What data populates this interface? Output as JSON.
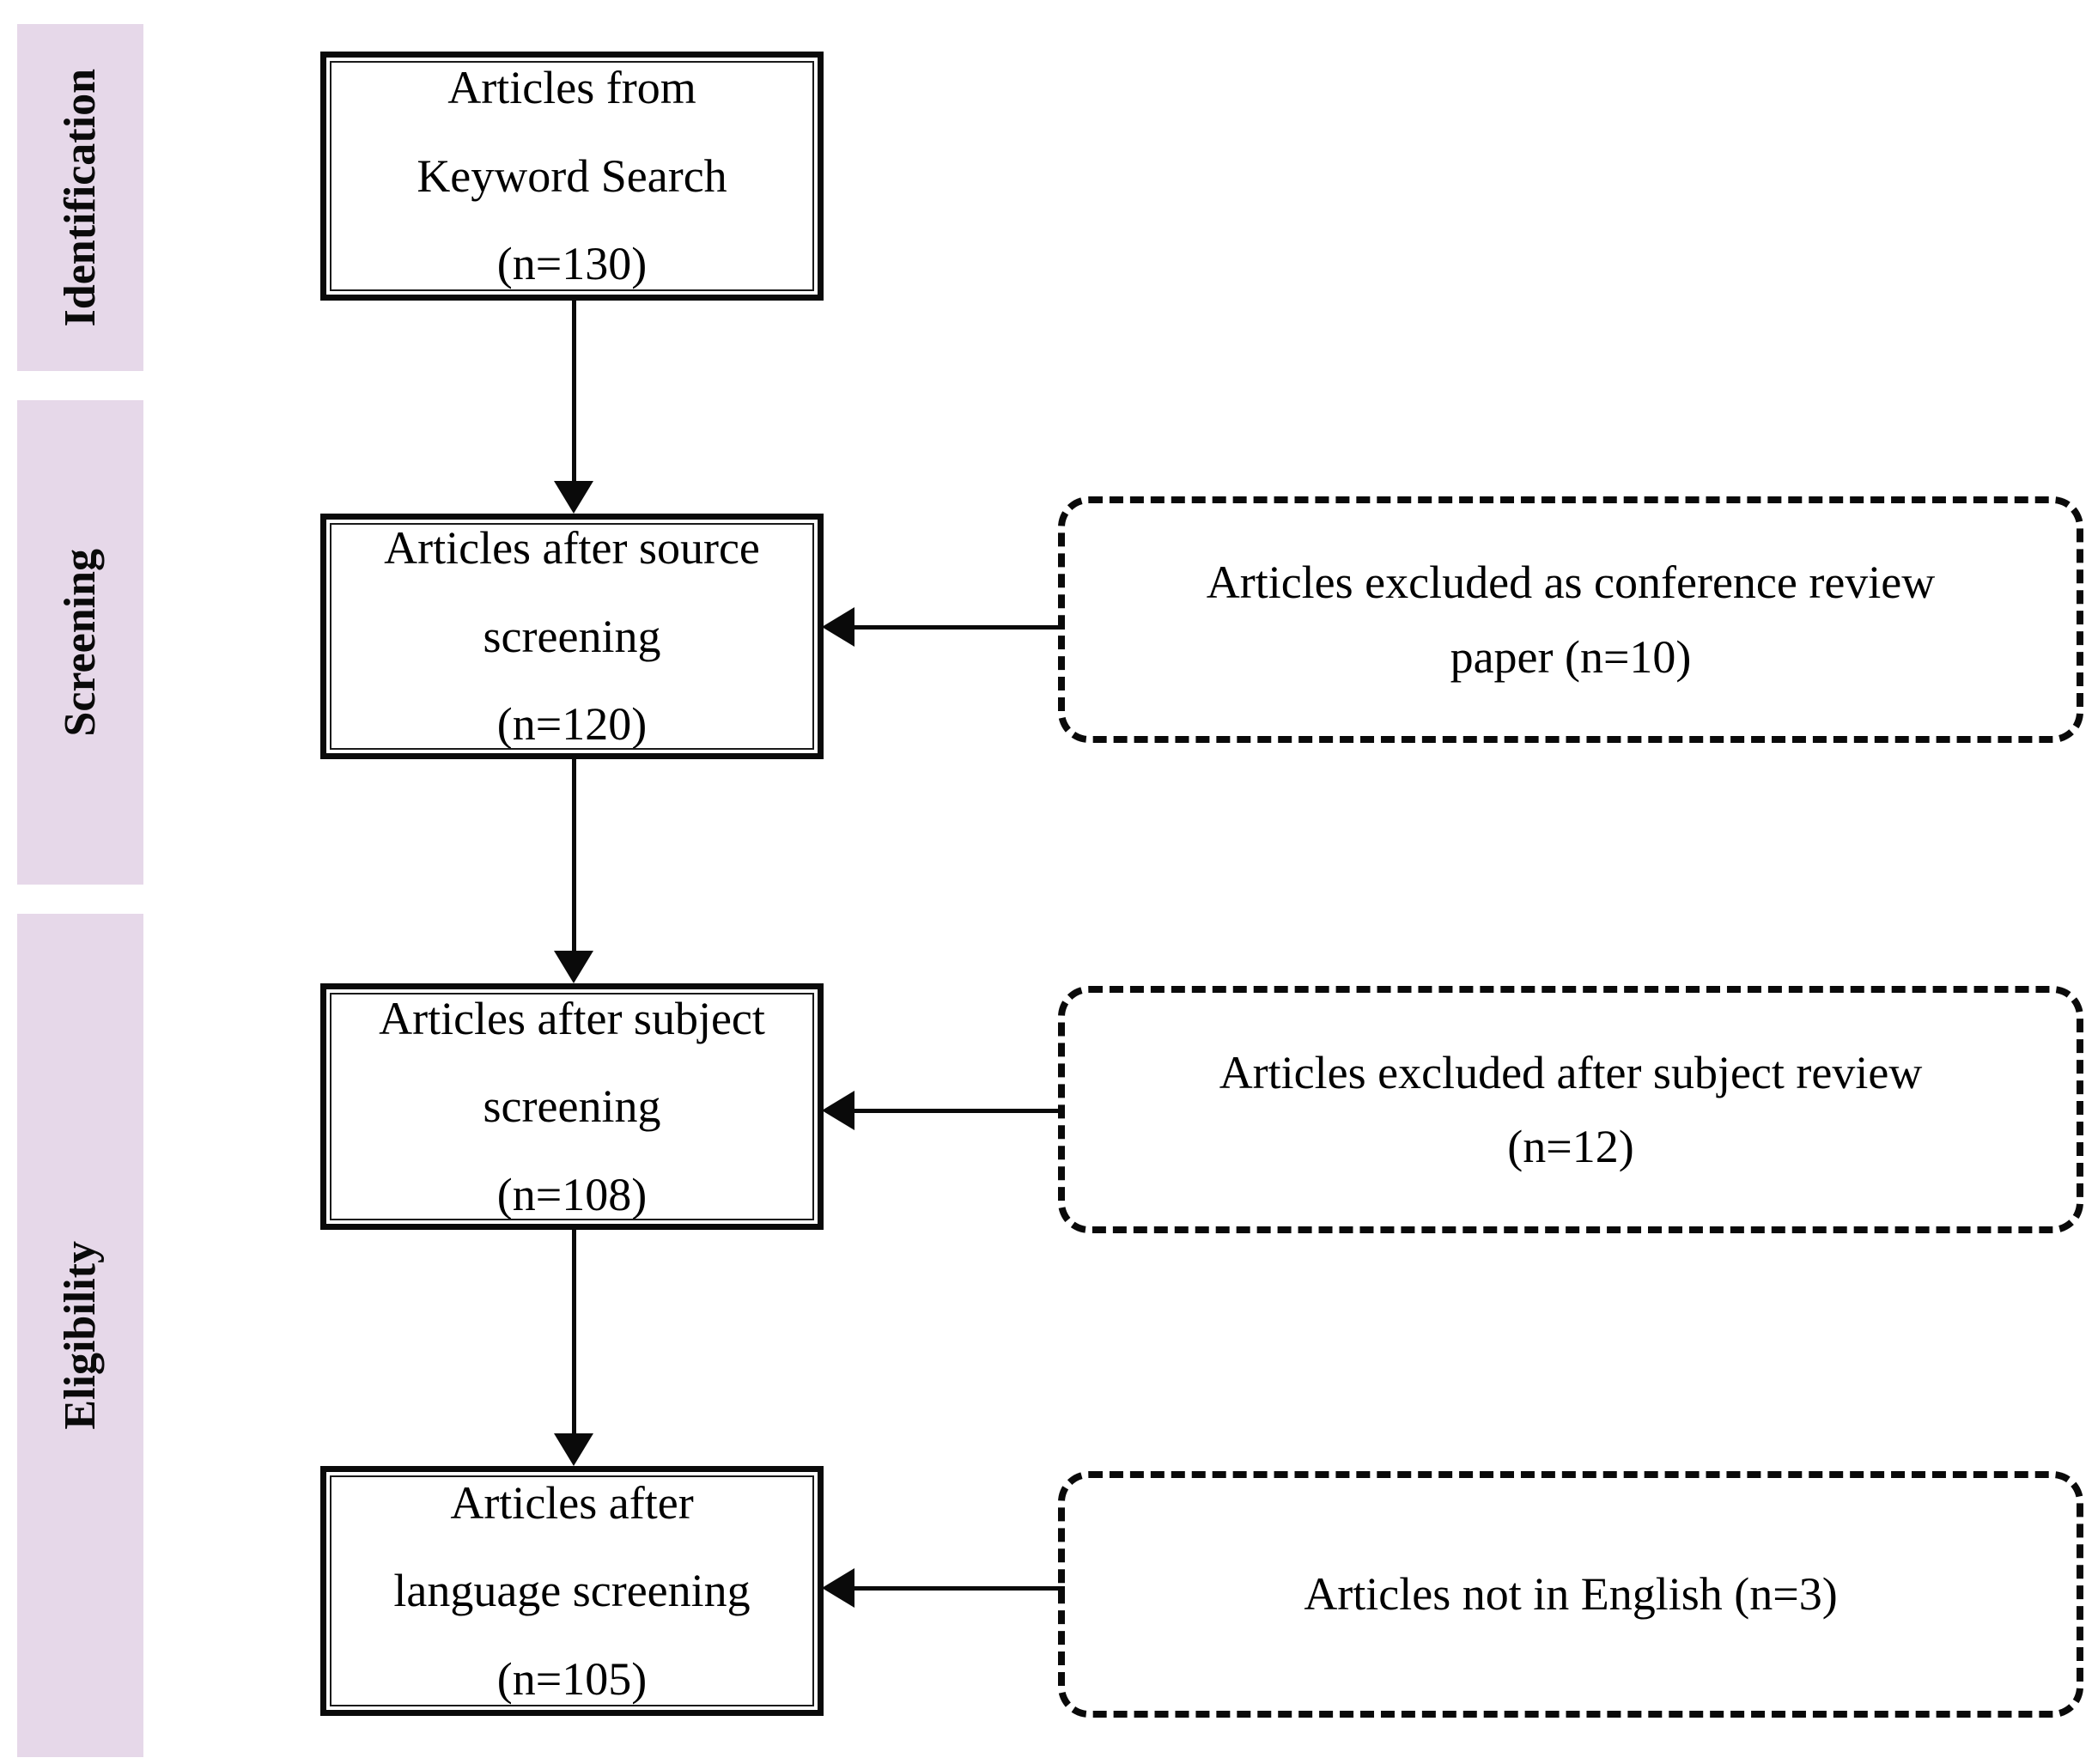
{
  "stages": [
    {
      "label": "Identification"
    },
    {
      "label": "Screening"
    },
    {
      "label": "Eligibility"
    }
  ],
  "flow_boxes": [
    {
      "lines": [
        "Articles from",
        "Keyword Search",
        "(n=130)"
      ],
      "count": 130
    },
    {
      "lines": [
        "Articles after source",
        "screening",
        "(n=120)"
      ],
      "count": 120
    },
    {
      "lines": [
        "Articles after subject",
        "screening",
        "(n=108)"
      ],
      "count": 108
    },
    {
      "lines": [
        "Articles after",
        "language screening",
        "(n=105)"
      ],
      "count": 105
    }
  ],
  "exclusion_boxes": [
    {
      "lines": [
        "Articles excluded as conference review",
        "paper (n=10)"
      ],
      "count": 10
    },
    {
      "lines": [
        "Articles excluded after subject review",
        "(n=12)"
      ],
      "count": 12
    },
    {
      "lines": [
        "Articles not in English (n=3)"
      ],
      "count": 3
    }
  ],
  "colors": {
    "stage_fill": "#e6d8e9",
    "stroke": "#0a0a0a",
    "text": "#000000",
    "background": "#ffffff"
  }
}
